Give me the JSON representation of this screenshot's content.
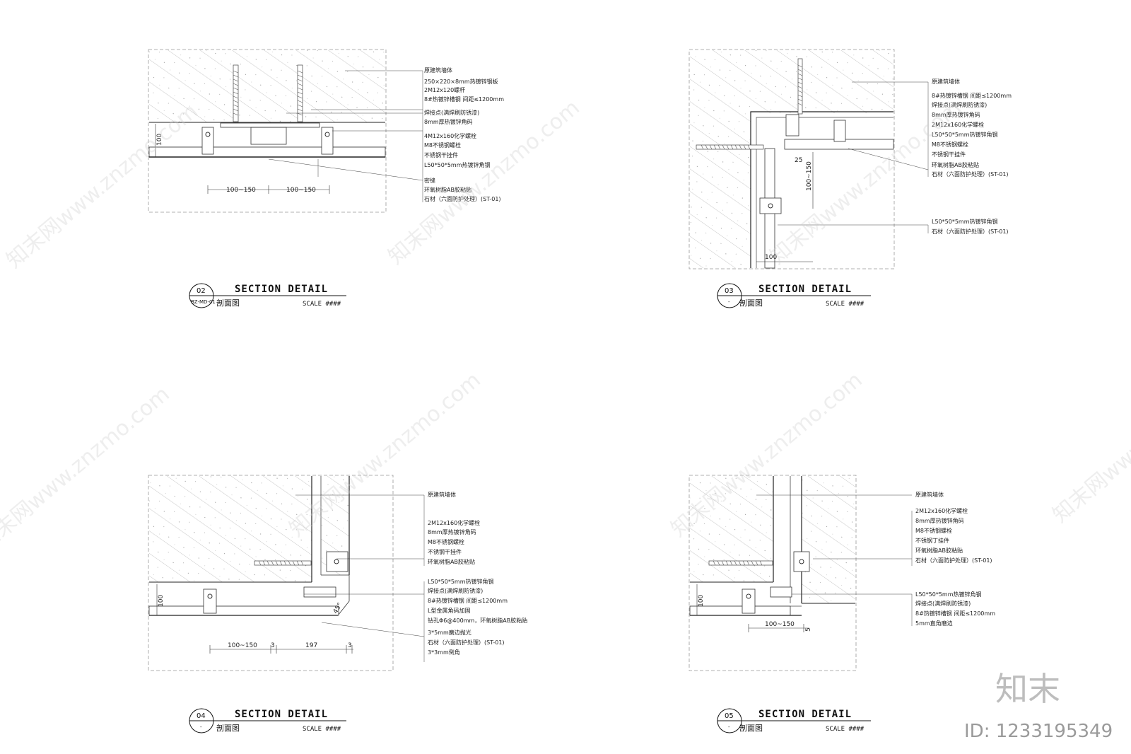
{
  "details": [
    {
      "num": "02",
      "ref": "BZ-MD-01",
      "title": "SECTION DETAIL",
      "subtitle": "剖面图",
      "scale": "SCALE ####",
      "dims": [
        "100~150",
        "100~150",
        "100"
      ],
      "labels": [
        "原建筑墙体",
        "250×220×8mm热镀锌钢板",
        "2M12x120螺杆",
        "8#热镀锌槽钢 间距≤1200mm",
        "焊接点(满焊刷防锈漆)",
        "8mm厚热镀锌角码",
        "4M12x160化学螺栓",
        "M8不锈钢螺栓",
        "不锈钢干挂件",
        "L50*50*5mm热镀锌角钢",
        "密缝",
        "环氧树脂AB胶粘贴",
        "石材（六面防护处理）(ST-01)"
      ]
    },
    {
      "num": "03",
      "ref": "-",
      "title": "SECTION DETAIL",
      "subtitle": "剖面图",
      "scale": "SCALE ####",
      "dims": [
        "25",
        "100~150",
        "100"
      ],
      "labels": [
        "原建筑墙体",
        "8#热镀锌槽钢 间距≤1200mm",
        "焊接点(满焊刷防锈漆)",
        "8mm厚热镀锌角码",
        "2M12x160化学螺栓",
        "L50*50*5mm热镀锌角钢",
        "M8不锈钢螺栓",
        "不锈钢干挂件",
        "环氧树脂AB胶粘贴",
        "石材（六面防护处理）(ST-01)",
        "L50*50*5mm热镀锌角钢",
        "石材（六面防护处理）(ST-01)"
      ]
    },
    {
      "num": "04",
      "ref": "-",
      "title": "SECTION DETAIL",
      "subtitle": "剖面图",
      "scale": "SCALE ####",
      "dims": [
        "100~150",
        "3",
        "197",
        "3",
        "100",
        "45°"
      ],
      "labels": [
        "原建筑墙体",
        "2M12x160化学螺栓",
        "8mm厚热镀锌角码",
        "M8不锈钢螺栓",
        "不锈钢干挂件",
        "环氧树脂AB胶粘贴",
        "L50*50*5mm热镀锌角钢",
        "焊接点(满焊刷防锈漆)",
        "8#热镀锌槽钢 间距≤1200mm",
        "L型金属角码加固",
        "钻孔Φ6@400mm，环氧树脂AB胶粘贴",
        "3*5mm磨边抛光",
        "石材（六面防护处理）(ST-01)",
        "3*3mm倒角"
      ]
    },
    {
      "num": "05",
      "ref": "-",
      "title": "SECTION DETAIL",
      "subtitle": "剖面图",
      "scale": "SCALE ####",
      "dims": [
        "100~150",
        "5",
        "100"
      ],
      "labels": [
        "原建筑墙体",
        "2M12x160化学螺栓",
        "8mm厚热镀锌角码",
        "M8不锈钢螺栓",
        "不锈钢丁挂件",
        "环氧树脂AB胶粘贴",
        "石材（六面防护处理）(ST-01)",
        "L50*50*5mm热镀锌角钢",
        "焊接点(满焊刷防锈漆)",
        "8#热镀锌槽钢 间距≤1200mm",
        "5mm直角磨边"
      ]
    }
  ],
  "watermark": {
    "text": "知末网www.znzmo.com",
    "logo": "知末",
    "id": "ID: 1233195349"
  }
}
